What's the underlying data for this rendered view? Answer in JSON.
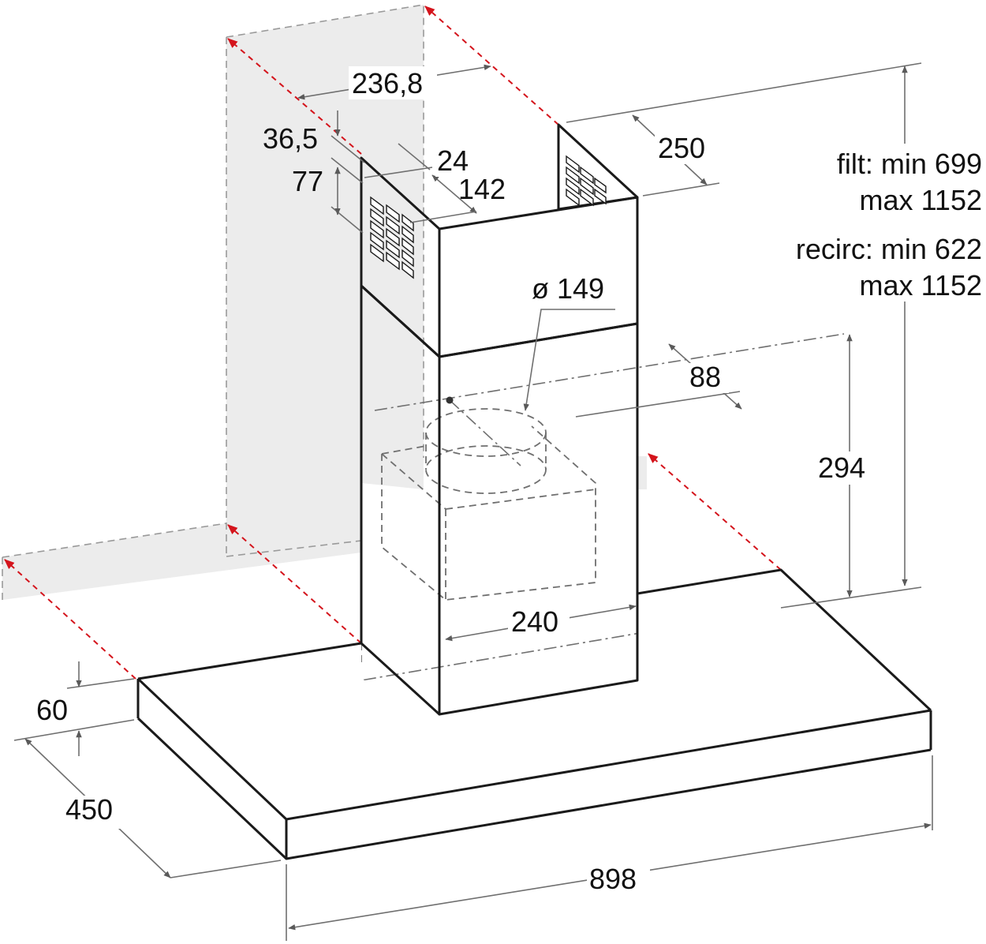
{
  "dimensions": {
    "chimney_width": "236,8",
    "top_offset": "36,5",
    "inner_offset": "24",
    "vent_height": "77",
    "vent_width": "142",
    "chimney_depth": "250",
    "duct_diameter": "ø 149",
    "duct_offset": "88",
    "chimney_to_hood": "294",
    "inner_width": "240",
    "hood_height": "60",
    "hood_depth": "450",
    "hood_width": "898"
  },
  "height_ranges": {
    "filt_label": "filt:",
    "filt_min_word": "min",
    "filt_min": "699",
    "filt_max_word": "max",
    "filt_max": "1152",
    "recirc_label": "recirc:",
    "recirc_min_word": "min",
    "recirc_min": "622",
    "recirc_max_word": "max",
    "recirc_max": "1152"
  },
  "colors": {
    "outline": "#1a1a1a",
    "wall": "#ececec",
    "guide_red": "#d4141c",
    "dimension_gray": "#6f6f6f"
  }
}
